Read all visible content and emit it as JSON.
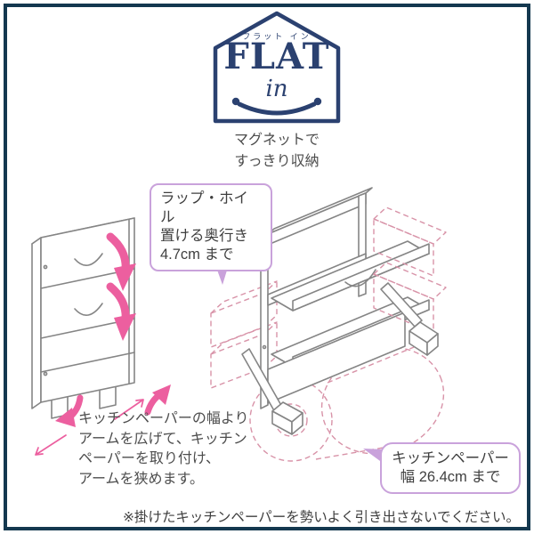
{
  "logo": {
    "kana": "フラット イン",
    "word": "FLAT",
    "script": "in"
  },
  "tagline": {
    "line1": "マグネットで",
    "line2": "すっきり収納"
  },
  "callouts": {
    "wrap": {
      "line1": "ラップ・ホイル",
      "line2": "置ける奥行き",
      "line3": "4.7cm まで"
    },
    "paper": {
      "line1": "キッチンペーパー",
      "line2": "幅 26.4cm まで"
    }
  },
  "instructions": {
    "line1": "キッチンペーパーの幅より",
    "line2": "アームを広げて、キッチン",
    "line3": "ペーパーを取り付け、",
    "line4": "アームを狭めます。"
  },
  "footnote": "※掛けたキッチンペーパーを勢いよく引き出さないでください。",
  "colors": {
    "brand_navy": "#2b4170",
    "frame_navy": "#14384f",
    "callout_purple": "#c9a2db",
    "arrow_pink": "#ec5f9f",
    "dashed_rose": "#d893a8",
    "line_gray": "#858585",
    "text_gray": "#4d4d4d"
  }
}
